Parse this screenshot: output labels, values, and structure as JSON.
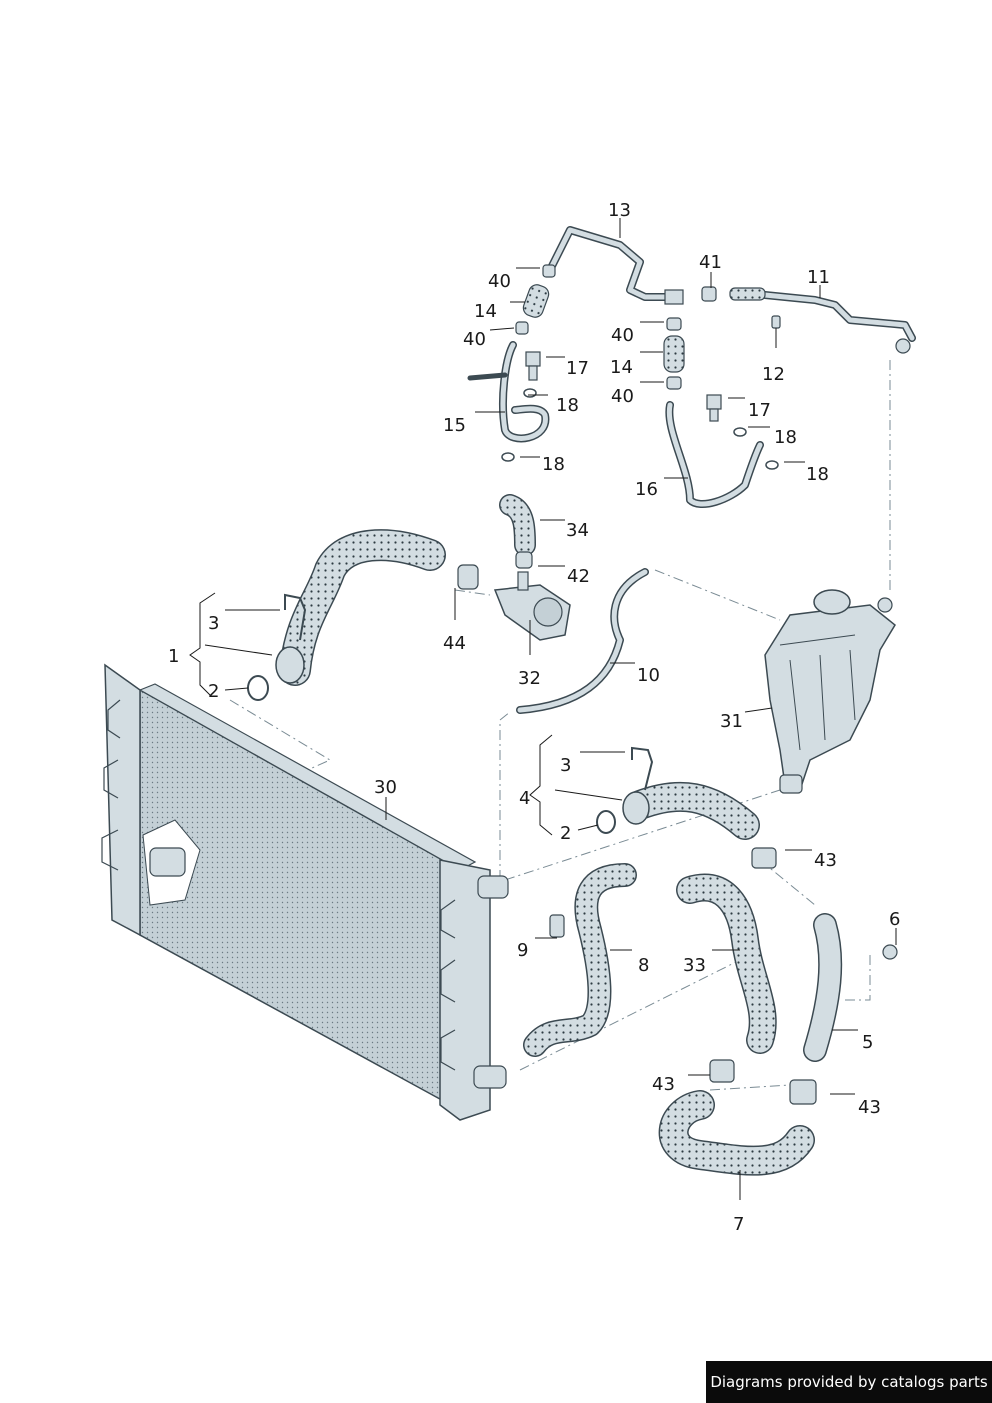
{
  "footer": {
    "text": "Diagrams provided by catalogs parts"
  },
  "labels": {
    "p1": "1",
    "p2a": "2",
    "p2b": "2",
    "p3a": "3",
    "p3b": "3",
    "p4": "4",
    "p5": "5",
    "p6": "6",
    "p7": "7",
    "p8": "8",
    "p9": "9",
    "p10": "10",
    "p11": "11",
    "p12": "12",
    "p13": "13",
    "p14a": "14",
    "p14b": "14",
    "p15": "15",
    "p16": "16",
    "p17a": "17",
    "p17b": "17",
    "p18a": "18",
    "p18b": "18",
    "p18c": "18",
    "p18d": "18",
    "p30": "30",
    "p31": "31",
    "p32": "32",
    "p33": "33",
    "p34": "34",
    "p40a": "40",
    "p40b": "40",
    "p40c": "40",
    "p40d": "40",
    "p41": "41",
    "p42": "42",
    "p43a": "43",
    "p43b": "43",
    "p43c": "43",
    "p44": "44"
  },
  "colors": {
    "part_fill": "#d3dde2",
    "part_stroke": "#3c4a52",
    "dots": "#2c3a42",
    "background": "#ffffff"
  }
}
